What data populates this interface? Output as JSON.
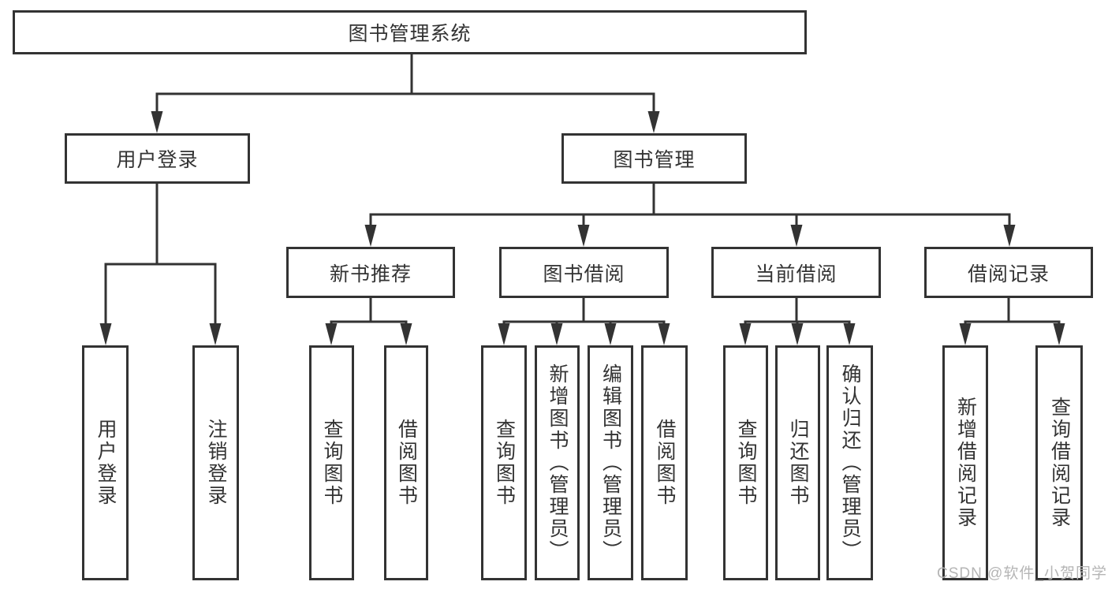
{
  "diagram": {
    "title": "图书管理系统",
    "root": {
      "label": "图书管理系统"
    },
    "level2": [
      {
        "label": "用户登录"
      },
      {
        "label": "图书管理"
      }
    ],
    "level3": [
      {
        "label": "新书推荐"
      },
      {
        "label": "图书借阅"
      },
      {
        "label": "当前借阅"
      },
      {
        "label": "借阅记录"
      }
    ],
    "leaves": [
      {
        "label": "用户登录",
        "parent": "用户登录"
      },
      {
        "label": "注销登录",
        "parent": "用户登录"
      },
      {
        "label": "查询图书",
        "parent": "新书推荐"
      },
      {
        "label": "借阅图书",
        "parent": "新书推荐"
      },
      {
        "label": "查询图书",
        "parent": "图书借阅"
      },
      {
        "label": "新增图书（管理员）",
        "parent": "图书借阅"
      },
      {
        "label": "编辑图书（管理员）",
        "parent": "图书借阅"
      },
      {
        "label": "借阅图书",
        "parent": "图书借阅"
      },
      {
        "label": "查询图书",
        "parent": "当前借阅"
      },
      {
        "label": "归还图书",
        "parent": "当前借阅"
      },
      {
        "label": "确认归还（管理员）",
        "parent": "当前借阅"
      },
      {
        "label": "新增借阅记录",
        "parent": "借阅记录"
      },
      {
        "label": "查询借阅记录",
        "parent": "借阅记录"
      }
    ]
  },
  "watermark": {
    "text": "CSDN @软件_小贺同学"
  },
  "colors": {
    "line": "#333333",
    "box_border": "#333333",
    "text": "#333333",
    "watermark": "#b5b5b5",
    "background": "#ffffff"
  }
}
